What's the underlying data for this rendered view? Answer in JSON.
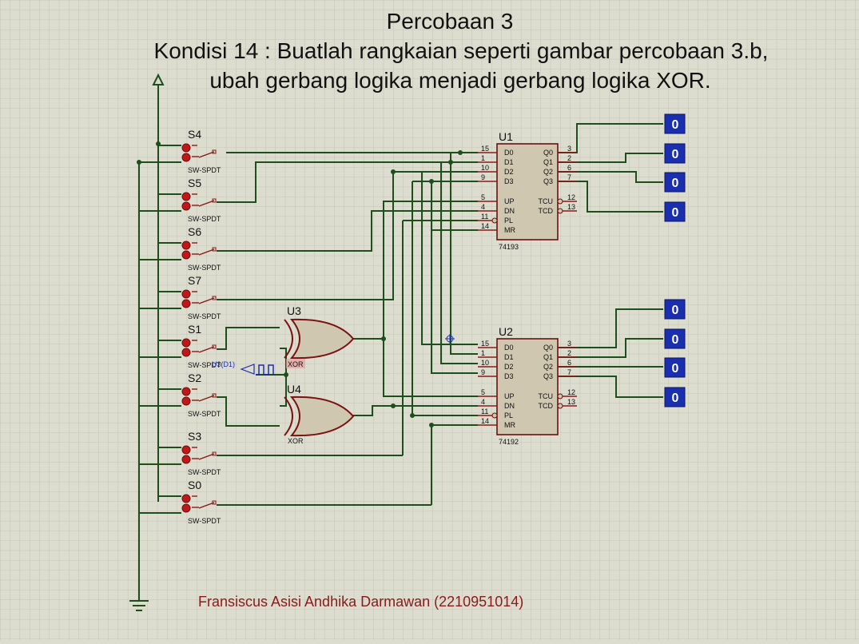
{
  "title": {
    "line1": "Percobaan 3",
    "line2": "Kondisi 14 : Buatlah rangkaian seperti gambar percobaan 3.b,",
    "line3": "ubah gerbang logika menjadi gerbang logika XOR."
  },
  "footer": "Fransiscus Asisi Andhika Darmawan (2210951014)",
  "switches": [
    {
      "ref": "S4",
      "part": "SW-SPDT"
    },
    {
      "ref": "S5",
      "part": "SW-SPDT"
    },
    {
      "ref": "S6",
      "part": "SW-SPDT"
    },
    {
      "ref": "S7",
      "part": "SW-SPDT"
    },
    {
      "ref": "S1",
      "part": "SW-SPDT"
    },
    {
      "ref": "S2",
      "part": "SW-SPDT"
    },
    {
      "ref": "S3",
      "part": "SW-SPDT"
    },
    {
      "ref": "S0",
      "part": "SW-SPDT"
    }
  ],
  "gates": [
    {
      "ref": "U3",
      "type": "XOR"
    },
    {
      "ref": "U4",
      "type": "XOR"
    }
  ],
  "clock_label": "U3(D1)",
  "chips": [
    {
      "ref": "U1",
      "part": "74193",
      "left_pins": [
        {
          "num": "15",
          "name": "D0"
        },
        {
          "num": "1",
          "name": "D1"
        },
        {
          "num": "10",
          "name": "D2"
        },
        {
          "num": "9",
          "name": "D3"
        },
        {
          "num": "5",
          "name": "UP"
        },
        {
          "num": "4",
          "name": "DN"
        },
        {
          "num": "11",
          "name": "PL"
        },
        {
          "num": "14",
          "name": "MR"
        }
      ],
      "right_pins": [
        {
          "num": "3",
          "name": "Q0"
        },
        {
          "num": "2",
          "name": "Q1"
        },
        {
          "num": "6",
          "name": "Q2"
        },
        {
          "num": "7",
          "name": "Q3"
        },
        {
          "num": "12",
          "name": "TCU"
        },
        {
          "num": "13",
          "name": "TCD"
        }
      ]
    },
    {
      "ref": "U2",
      "part": "74192",
      "left_pins": [
        {
          "num": "15",
          "name": "D0"
        },
        {
          "num": "1",
          "name": "D1"
        },
        {
          "num": "10",
          "name": "D2"
        },
        {
          "num": "9",
          "name": "D3"
        },
        {
          "num": "5",
          "name": "UP"
        },
        {
          "num": "4",
          "name": "DN"
        },
        {
          "num": "11",
          "name": "PL"
        },
        {
          "num": "14",
          "name": "MR"
        }
      ],
      "right_pins": [
        {
          "num": "3",
          "name": "Q0"
        },
        {
          "num": "2",
          "name": "Q1"
        },
        {
          "num": "6",
          "name": "Q2"
        },
        {
          "num": "7",
          "name": "Q3"
        },
        {
          "num": "12",
          "name": "TCU"
        },
        {
          "num": "13",
          "name": "TCD"
        }
      ]
    }
  ],
  "probes_u1": [
    "0",
    "0",
    "0",
    "0"
  ],
  "probes_u2": [
    "0",
    "0",
    "0",
    "0"
  ],
  "colors": {
    "background": "#dcdccf",
    "wire": "#1d4f1d",
    "component": "#7b1212",
    "probe": "#1a2fb0"
  }
}
